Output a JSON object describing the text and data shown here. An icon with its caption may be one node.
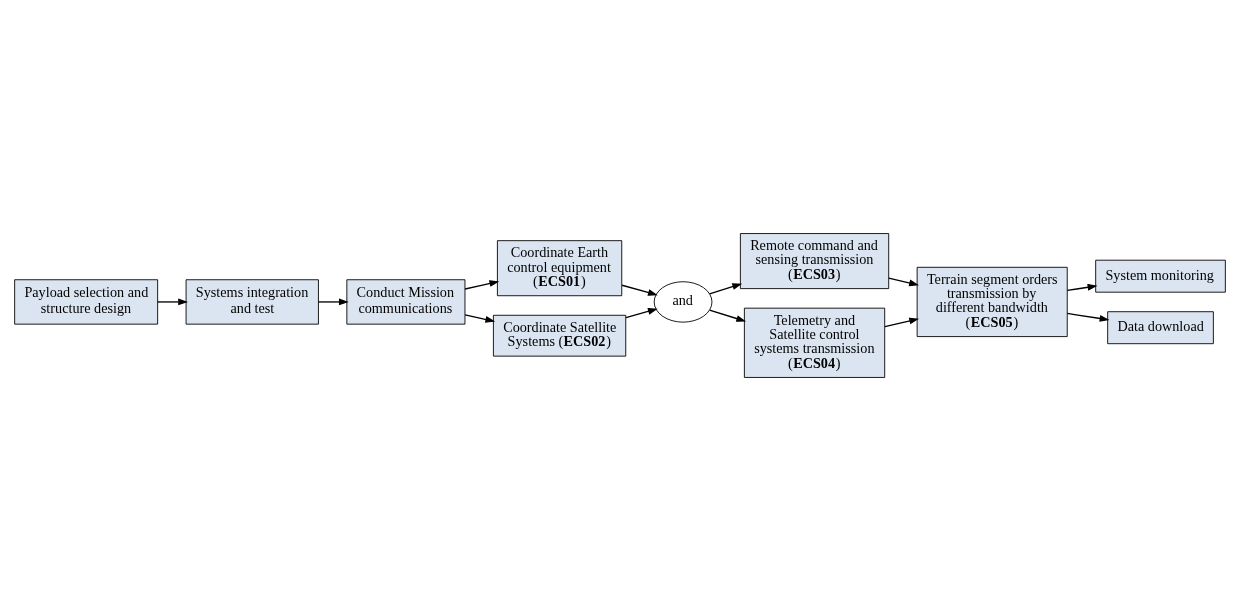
{
  "diagram": {
    "nodes": [
      {
        "text": [
          "Payload selection and structure design"
        ]
      },
      {
        "text": [
          "Systems integration and test"
        ]
      },
      {
        "text": [
          "Conduct Mission communications"
        ]
      },
      {
        "text": [
          "Coordinate Earth control equipment (**ECS01**)"
        ]
      },
      {
        "text": [
          "Coordinate Satellite Systems (**ECS02**)"
        ]
      },
      {
        "text": [
          "and"
        ]
      },
      {
        "text": [
          "Remote command and sensing transmission (**ECS03**)"
        ]
      },
      {
        "text": [
          "Telemetry and Satellite control systems transmission (**ECS04**)"
        ]
      },
      {
        "text": [
          "Terrain segment orders transmission by different bandwidth (**ECS05**)"
        ]
      },
      {
        "text": [
          "System monitoring"
        ]
      },
      {
        "text": [
          "Data download"
        ]
      }
    ],
    "edges": [
      {
        "from": 0,
        "to": 1,
        "arrow": "to"
      },
      {
        "from": 1,
        "to": 2,
        "arrow": "to"
      },
      {
        "from": 2,
        "to": 3,
        "arrow": "to"
      },
      {
        "from": 2,
        "to": 4,
        "arrow": "to"
      },
      {
        "from": 3,
        "to": 5,
        "arrow": "to"
      },
      {
        "from": 4,
        "to": 5,
        "arrow": "to"
      },
      {
        "from": 5,
        "to": 6,
        "arrow": "to"
      },
      {
        "from": 5,
        "to": 7,
        "arrow": "to"
      },
      {
        "from": 6,
        "to": 8,
        "arrow": "to"
      },
      {
        "from": 7,
        "to": 8,
        "arrow": "to"
      },
      {
        "from": 8,
        "to": 9,
        "arrow": "to"
      },
      {
        "from": 8,
        "to": 10,
        "arrow": "to"
      }
    ]
  }
}
